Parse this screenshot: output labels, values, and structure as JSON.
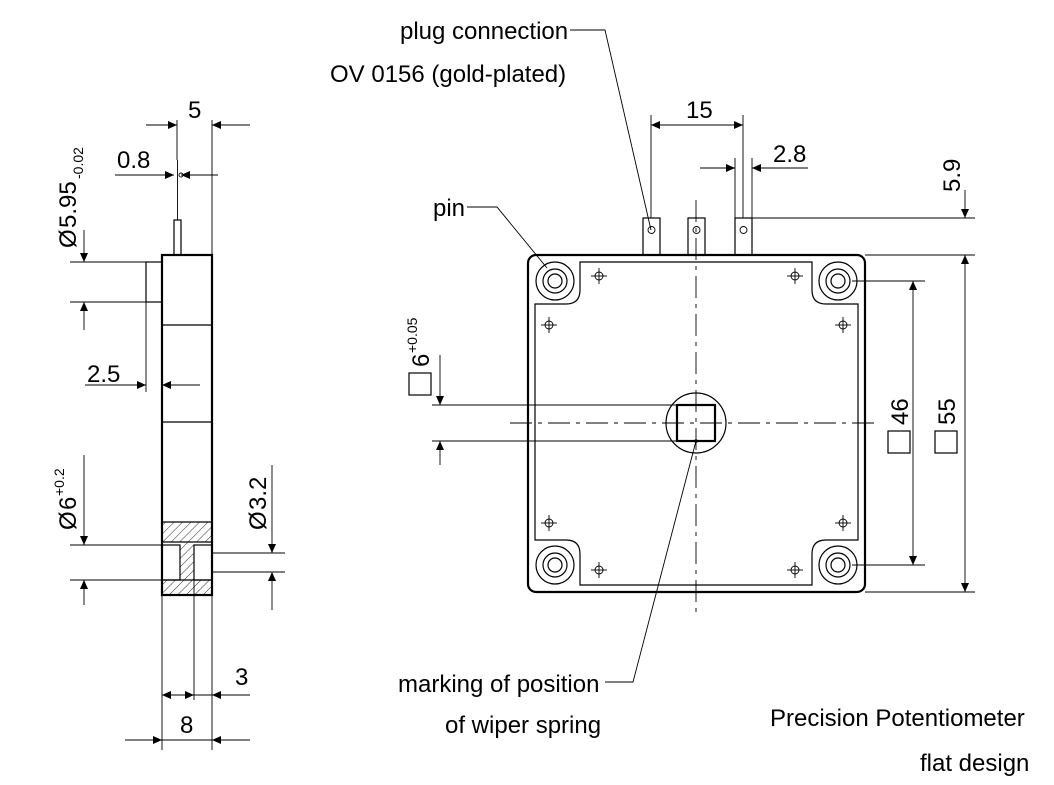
{
  "labels": {
    "plug_connection": "plug connection",
    "plug_part_no": "OV 0156 (gold-plated)",
    "pin": "pin",
    "wiper_marking_line1": "marking of position",
    "wiper_marking_line2": "of wiper spring",
    "title_line1": "Precision Potentiometer",
    "title_line2": "flat design"
  },
  "dimensions": {
    "side_top": "5",
    "side_pin_width": "0.8",
    "side_dia_main": "5.95",
    "side_dia_main_tol": "-0.02",
    "side_dia_symbol": "Ø",
    "side_step": "2.5",
    "side_bore_dia": "6",
    "side_bore_tol": "+0.2",
    "side_hole_dia": "3.2",
    "side_bottom_small": "3",
    "side_bottom_total": "8",
    "front_pin_span": "15",
    "front_pin_width": "2.8",
    "front_pin_height": "5.9",
    "front_square_inner": "6",
    "front_square_inner_tol": "+0.05",
    "front_square_mid": "46",
    "front_square_outer": "55"
  }
}
